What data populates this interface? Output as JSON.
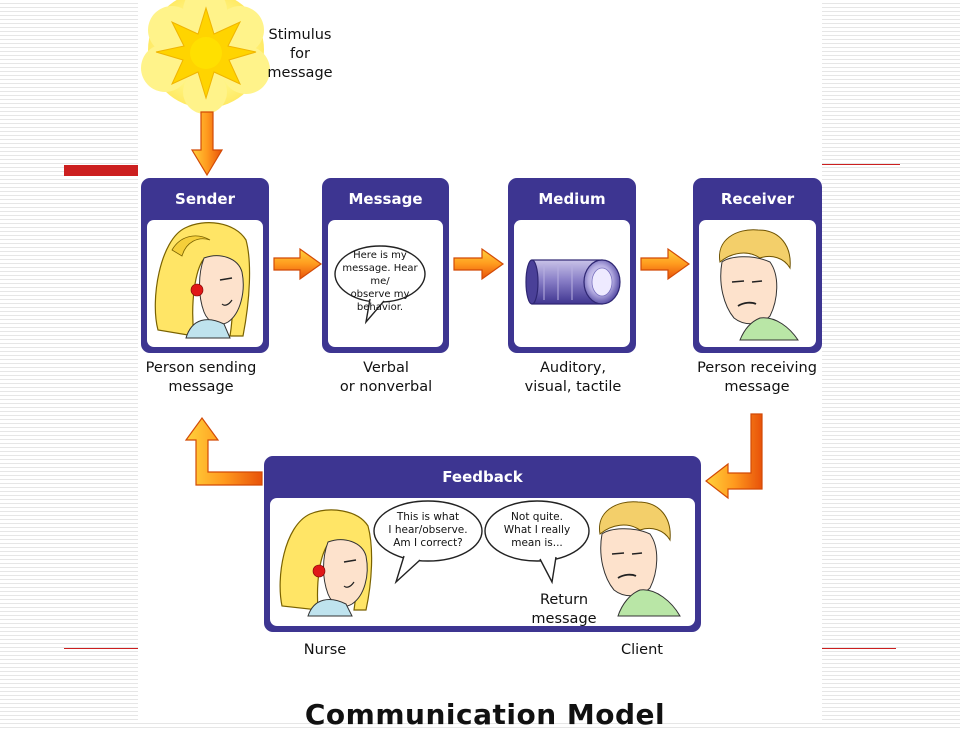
{
  "stimulus": {
    "label": "Stimulus\nfor\nmessage"
  },
  "stages": [
    {
      "title": "Sender",
      "caption": "Person sending\nmessage"
    },
    {
      "title": "Message",
      "caption": "Verbal\nor nonverbal",
      "bubble": "Here is my\nmessage. Hear me/\nobserve my\nbehavior."
    },
    {
      "title": "Medium",
      "caption": "Auditory,\nvisual, tactile"
    },
    {
      "title": "Receiver",
      "caption": "Person receiving\nmessage"
    }
  ],
  "feedback": {
    "title": "Feedback",
    "nurse_bubble": "This is what\nI hear/observe.\nAm I correct?",
    "client_bubble": "Not quite.\nWhat I really\nmean is...",
    "return_label": "Return\nmessage",
    "nurse_label": "Nurse",
    "client_label": "Client"
  },
  "bottom_title": "Communication Model",
  "colors": {
    "box_purple": "#3d3591",
    "arrow_orange": "#f57a12",
    "arrow_yellow": "#ffd23c",
    "accent_red": "#cc1f1f",
    "sun_yellow": "#fff26a"
  },
  "icons": [
    "sun-icon",
    "sender-face-icon",
    "speech-bubble-icon",
    "cylinder-icon",
    "receiver-face-icon",
    "arrow-icon"
  ]
}
